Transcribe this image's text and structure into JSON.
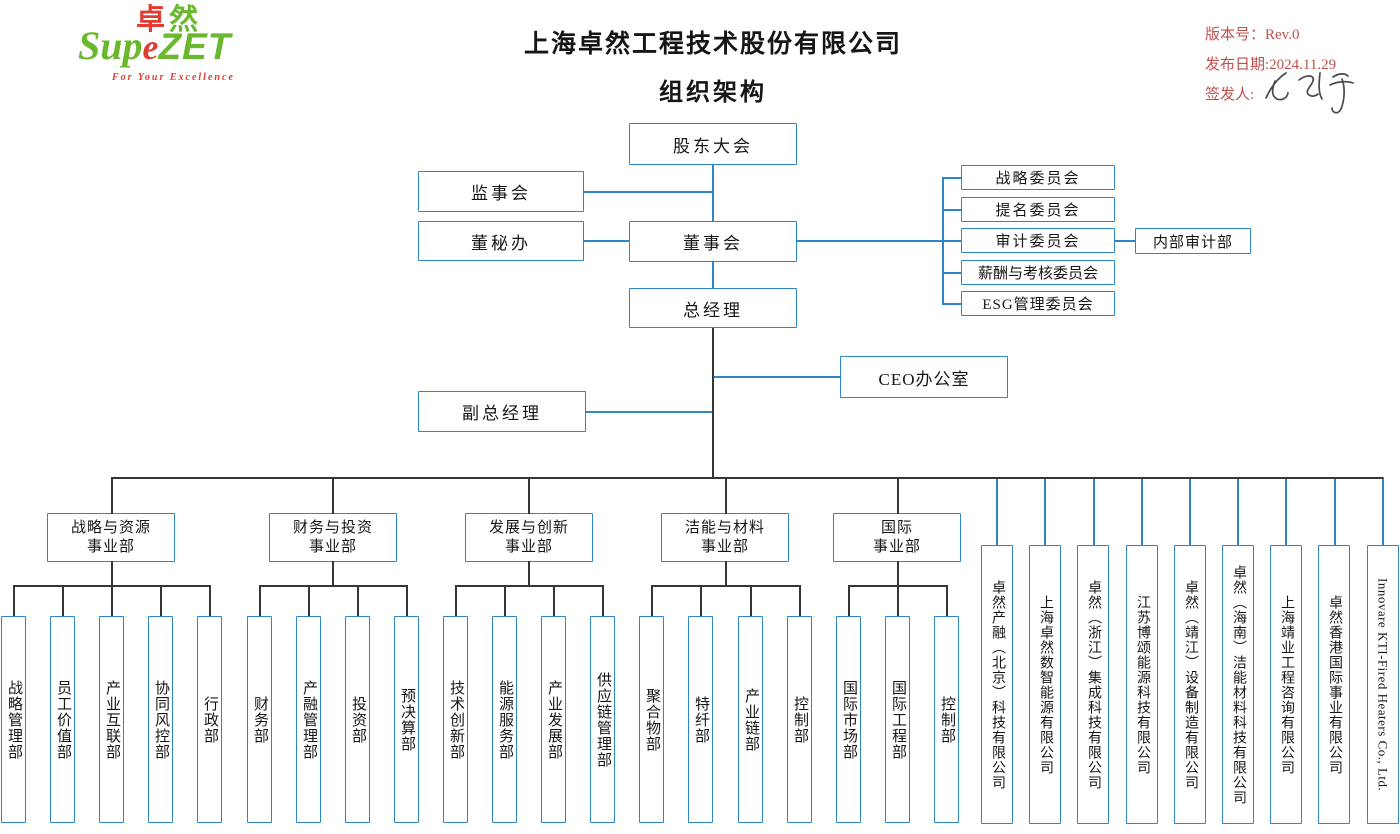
{
  "logo": {
    "cn_red": "卓",
    "cn_green": "然",
    "latin_pre": "Sup",
    "latin_red": "e",
    "latin_bold": "ZET",
    "tagline": "For Your Excellence"
  },
  "title": {
    "line1": "上海卓然工程技术股份有限公司",
    "line2": "组织架构"
  },
  "meta": {
    "version": "版本号：Rev.0",
    "date": "发布日期:2024.11.29",
    "signer": "签发人:"
  },
  "governance": {
    "shareholders": "股东大会",
    "supervisory": "监事会",
    "board_secretary": "董秘办",
    "board": "董事会",
    "general_manager": "总经理",
    "ceo_office": "CEO办公室",
    "deputy_gm": "副总经理",
    "committees": [
      {
        "label": "战略委员会"
      },
      {
        "label": "提名委员会"
      },
      {
        "label": "审计委员会"
      },
      {
        "label": "薪酬与考核委员会"
      },
      {
        "label": "ESG管理委员会"
      }
    ],
    "internal_audit": "内部审计部"
  },
  "divisions": [
    {
      "label": "战略与资源\n事业部",
      "departments": [
        "战略管理部",
        "员工价值部",
        "产业互联部",
        "协同风控部",
        "行政部"
      ]
    },
    {
      "label": "财务与投资\n事业部",
      "departments": [
        "财务部",
        "产融管理部",
        "投资部",
        "预决算部"
      ]
    },
    {
      "label": "发展与创新\n事业部",
      "departments": [
        "技术创新部",
        "能源服务部",
        "产业发展部",
        "供应链管理部"
      ]
    },
    {
      "label": "洁能与材料\n事业部",
      "departments": [
        "聚合物部",
        "特纤部",
        "产业链部",
        "控制部"
      ]
    },
    {
      "label": "国际\n事业部",
      "departments": [
        "国际市场部",
        "国际工程部",
        "控制部"
      ]
    }
  ],
  "subsidiaries": [
    "卓然产融（北京）科技有限公司",
    "上海卓然数智能源有限公司",
    "卓然（浙江）集成科技有限公司",
    "江苏博颂能源科技有限公司",
    "卓然（靖江）设备制造有限公司",
    "卓然（海南）洁能材料科技有限公司",
    "上海靖业工程咨询有限公司",
    "卓然香港国际事业有限公司",
    "Innovare KTI-Fired Heaters Co., Ltd."
  ],
  "colors": {
    "accent_blue": "#2e86c8",
    "line_black": "#363636",
    "brand_green": "#6ab82e",
    "brand_red": "#e03c31",
    "meta_red": "#c0504d"
  }
}
